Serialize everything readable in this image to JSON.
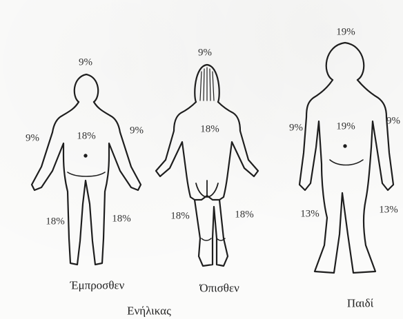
{
  "figures": {
    "front": {
      "caption": "Έμπροσθεν",
      "head": "9%",
      "left_arm": "9%",
      "right_arm": "9%",
      "trunk": "18%",
      "left_leg": "18%",
      "right_leg": "18%"
    },
    "back": {
      "caption": "Όπισθεν",
      "head": "9%",
      "trunk": "18%",
      "left_leg": "18%",
      "right_leg": "18%"
    },
    "child": {
      "caption": "Παιδί",
      "head": "19%",
      "left_arm": "9%",
      "right_arm": "9%",
      "trunk": "19%",
      "left_leg": "13%",
      "right_leg": "13%"
    }
  },
  "group_caption": "Ενήλικας"
}
